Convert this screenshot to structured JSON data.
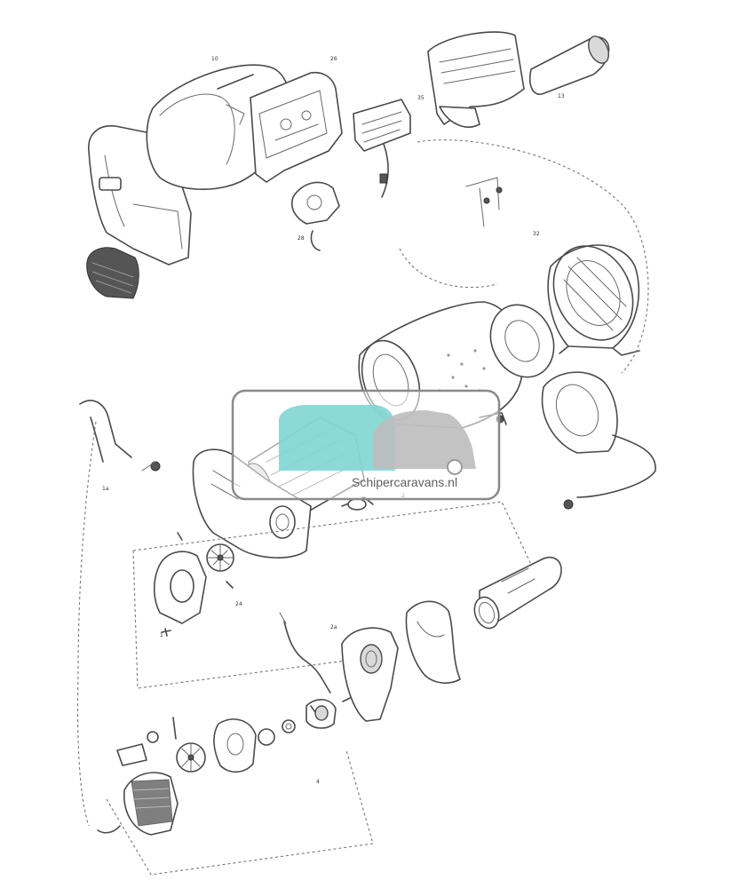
{
  "watermark": {
    "text": "Schipercaravans.nl",
    "colors": {
      "teal": "#7fd6d2",
      "gray": "#bdbdbd",
      "frame": "#8a8a8a"
    }
  },
  "diagram": {
    "type": "exploded-parts-drawing",
    "callouts": [
      "10",
      "26",
      "35",
      "13",
      "28",
      "32",
      "1a",
      "2",
      "24",
      "1",
      "2a",
      "4"
    ]
  }
}
